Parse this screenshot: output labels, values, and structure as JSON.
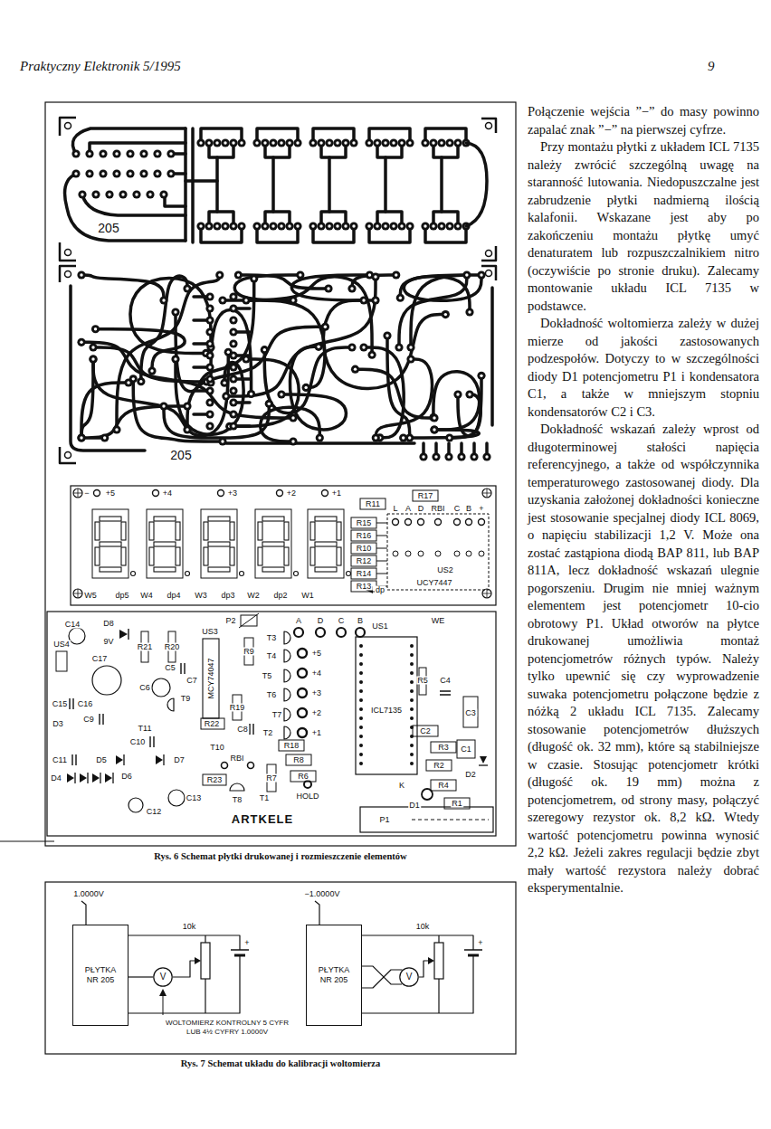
{
  "diagram": {
    "nodes": [
      {
        "text": [
          "PŁYTKA NR 205"
        ]
      },
      {
        "text": [
          "V"
        ]
      },
      {
        "text": [
          "PŁYTKA NR 205"
        ]
      },
      {
        "text": [
          "V"
        ]
      }
    ],
    "edges": [
      {
        "from": 0,
        "to": 1,
        "arrow": "none"
      },
      {
        "from": 2,
        "to": 3,
        "arrow": "none"
      }
    ],
    "labels": [
      "Praktyczny Elektronik 5/1995",
      "9",
      "205",
      "205",
      "−",
      "+5",
      "+4",
      "+3",
      "+2",
      "+1",
      "R11",
      "R17",
      "L",
      "A",
      "D",
      "RBI",
      "C",
      "B",
      "+",
      "R15",
      "R16",
      "R10",
      "R12",
      "R14",
      "R13",
      "US2",
      "UCY7447",
      "W5",
      "dp5",
      "W4",
      "dp4",
      "W3",
      "dp3",
      "W2",
      "dp2",
      "W1",
      "dp",
      "C14",
      "D8",
      "9V",
      "R21",
      "R20",
      "P2",
      "US3",
      "MCY74047",
      "R9",
      "T3",
      "A",
      "D",
      "C",
      "B",
      "US1",
      "WE",
      "+5",
      "+4",
      "+3",
      "+2",
      "+1",
      "T4",
      "T5",
      "T6",
      "T7",
      "R19",
      "T2",
      "R18",
      "R8",
      "R6",
      "R7",
      "T1",
      "HOLD",
      "US4",
      "C17",
      "C5",
      "C7",
      "C6",
      "T9",
      "R22",
      "C8",
      "C15",
      "C16",
      "D3",
      "C9",
      "T11",
      "C10",
      "T10",
      "RBI",
      "C11",
      "D5",
      "D7",
      "R23",
      "D4",
      "D6",
      "C13",
      "T8",
      "C12",
      "ARTKELE",
      "ICL7135",
      "R5",
      "C4",
      "C3",
      "C1",
      "C2",
      "R3",
      "R2",
      "D2",
      "R4",
      "K",
      "D1",
      "R1",
      "P1",
      "Rys. 6 Schemat płytki drukowanej i rozmieszczenie elementów",
      "1.0000V",
      "10k",
      "WOLTOMIERZ KONTROLNY 5 CYFR LUB 4½ CYFRY 1.0000V",
      "−1.0000V",
      "10k",
      "Rys. 7 Schemat układu do kalibracji woltomierza",
      "+",
      "+",
      "Połączenie wejścia ”−” do masy powinno zapalać znak ”−” na pierwszej cyfrze.",
      "Przy montażu płytki z układem ICL 7135 należy zwrócić szczególną uwagę na staranność lutowania. Niedopuszczalne jest zabrudzenie płytki nadmierną ilością kalafonii. Wskazane jest aby po zakończeniu montażu płytkę umyć denaturatem lub rozpuszczalnikiem nitro (oczywiście po stronie druku). Zalecamy montowanie układu ICL 7135 w podstawce.",
      "Dokładność woltomierza zależy w dużej mierze od jakości zastosowanych podzespołów. Dotyczy to w szczególności diody D1 potencjometru P1 i kondensatora C1, a także w mniejszym stopniu kondensatorów C2 i C3.",
      "Dokładność wskazań zależy wprost od długoterminowej stałości napięcia referencyjnego, a także od współczynnika temperaturowego zastosowanej diody. Dla uzyskania założonej dokładności konieczne jest stosowanie specjalnej diody ICL 8069, o napięciu stabilizacji 1,2 V. Może ona zostać zastąpiona diodą BAP 811, lub BAP 811A, lecz dokładność wskazań ulegnie pogorszeniu. Drugim nie mniej ważnym elementem jest potencjometr 10-cio obrotowy P1. Układ otworów na płytce drukowanej umożliwia montaż potencjometrów różnych typów. Należy tylko upewnić się czy wyprowadzenie suwaka potencjometru połączone będzie z nóżką 2 układu ICL 7135. Zalecamy stosowanie potencjometrów dłuższych (długość ok. 32 mm), które są stabilniejsze w czasie. Stosując potencjometr krótki (długość ok. 19 mm) można z potencjometrem, od strony masy, połączyć szeregowy rezystor ok. 8,2 kΩ. Wtedy wartość potencjometru powinna wynosić 2,2 kΩ. Jeżeli zakres regulacji będzie zbyt mały wartość rezystora należy dobrać eksperymentalnie."
    ]
  }
}
